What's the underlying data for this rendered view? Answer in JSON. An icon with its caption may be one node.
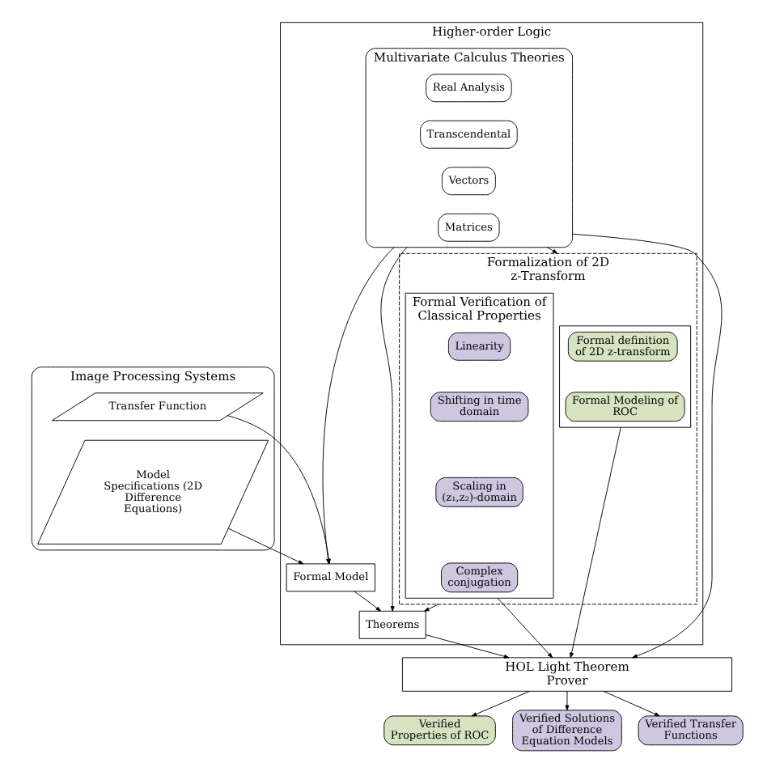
{
  "diagram": {
    "nodes": [
      {
        "text": [
          "Image Processing Systems"
        ]
      },
      {
        "text": [
          "Transfer Function"
        ],
        "in": 0
      },
      {
        "text": [
          "Model Specifications (2D Difference Equations)"
        ],
        "in": 0
      },
      {
        "text": [
          "Higher-order Logic"
        ]
      },
      {
        "text": [
          "Multivariate Calculus Theories"
        ],
        "in": 3
      },
      {
        "text": [
          "Real Analysis"
        ],
        "in": 4
      },
      {
        "text": [
          "Transcendental"
        ],
        "in": 4
      },
      {
        "text": [
          "Vectors"
        ],
        "in": 4
      },
      {
        "text": [
          "Matrices"
        ],
        "in": 4
      },
      {
        "text": [
          "Formalization of 2D z-Transform"
        ],
        "in": 3
      },
      {
        "text": [],
        "shape": "box",
        "in": 9
      },
      {
        "text": [
          "Formal definition of 2D z-transform"
        ],
        "in": 10
      },
      {
        "text": [
          "Formal Modeling of ROC"
        ],
        "in": 10
      },
      {
        "text": [
          "Formal Verification of Classical Properties"
        ],
        "in": 9
      },
      {
        "text": [
          "Linearity"
        ],
        "in": 13
      },
      {
        "text": [
          "Shifting in time domain"
        ],
        "in": 13
      },
      {
        "text": [
          "Scaling in (z₁,z₂)-domain"
        ],
        "in": 13
      },
      {
        "text": [
          "Complex conjugation"
        ],
        "in": 13
      },
      {
        "text": [
          "Formal Model"
        ],
        "in": 3
      },
      {
        "text": [
          "Theorems"
        ],
        "in": 3
      },
      {
        "text": [
          "HOL Light Theorem Prover"
        ]
      },
      {
        "text": [
          "Verified Properties of ROC"
        ]
      },
      {
        "text": [
          "Verified Solutions of Difference Equation Models"
        ]
      },
      {
        "text": [
          "Verified Transfer Functions"
        ]
      }
    ],
    "edges": [
      {
        "from": 1,
        "to": 18,
        "arrow": "to"
      },
      {
        "from": 2,
        "to": 18,
        "arrow": "to"
      },
      {
        "from": 4,
        "to": 18,
        "arrow": "to"
      },
      {
        "from": 4,
        "to": 9,
        "arrow": "to"
      },
      {
        "from": 9,
        "to": 19,
        "arrow": "to"
      },
      {
        "from": 4,
        "to": 19,
        "arrow": "to"
      },
      {
        "from": 18,
        "to": 19,
        "arrow": "to"
      },
      {
        "from": 4,
        "to": 20,
        "arrow": "to"
      },
      {
        "from": 10,
        "to": 20,
        "arrow": "to"
      },
      {
        "from": 13,
        "to": 20,
        "arrow": "to"
      },
      {
        "from": 19,
        "to": 20,
        "arrow": "to"
      },
      {
        "from": 20,
        "to": 21,
        "arrow": "to"
      },
      {
        "from": 20,
        "to": 22,
        "arrow": "to"
      },
      {
        "from": 20,
        "to": 23,
        "arrow": "to"
      }
    ]
  }
}
